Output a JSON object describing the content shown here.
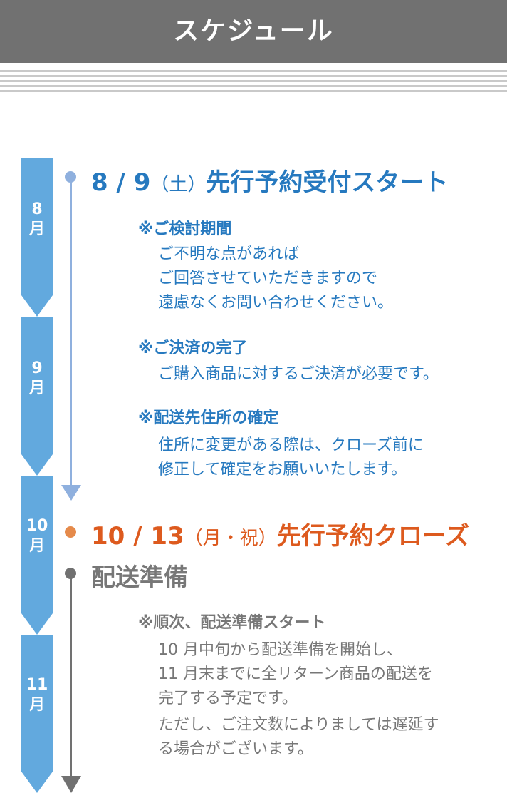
{
  "header": {
    "title": "スケジュール"
  },
  "months": [
    "8",
    "9",
    "10",
    "11"
  ],
  "month_suffix": "月",
  "events": [
    {
      "date": "8 / 9",
      "day": "（土）",
      "title": "先行予約受付スタート"
    },
    {
      "date": "10 / 13",
      "day": "（月・祝）",
      "title": "先行予約クローズ"
    },
    {
      "title": "配送準備"
    }
  ],
  "notes": [
    {
      "heading": "※ご検討期間",
      "lines": [
        "ご不明な点があれば",
        "ご回答させていただきますので",
        "遠慮なくお問い合わせください。"
      ]
    },
    {
      "heading": "※ご決済の完了",
      "lines": [
        "ご購入商品に対するご決済が必要です。"
      ]
    },
    {
      "heading": "※配送先住所の確定",
      "lines": [
        "住所に変更がある際は、クローズ前に",
        "修正して確定をお願いいたします。"
      ]
    },
    {
      "heading": "※順次、配送準備スタート",
      "lines": [
        "10 月中旬から配送準備を開始し、",
        "11  月末までに全リターン商品の配送を",
        "完了する予定です。"
      ],
      "extra": [
        "ただし、ご注文数によりましては遅延す",
        "る場合がございます。"
      ]
    }
  ],
  "colors": {
    "blue": "#2679bf",
    "orange": "#dd5a1e",
    "gray": "#777777",
    "month": "#62a9de"
  }
}
